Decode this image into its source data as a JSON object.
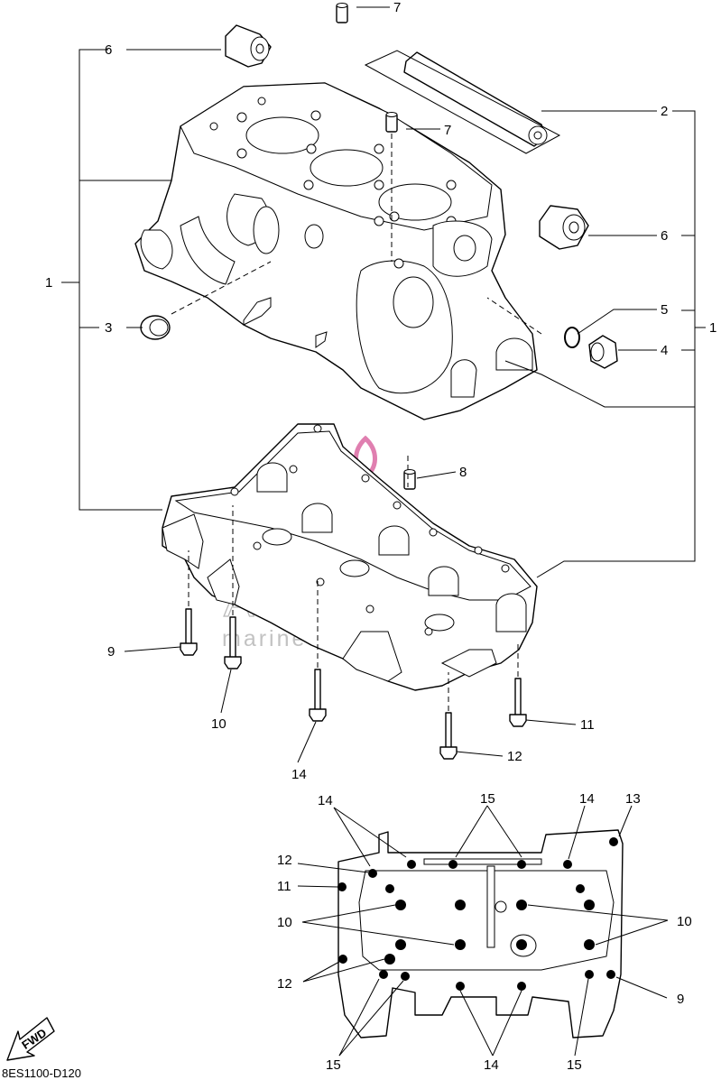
{
  "diagram": {
    "code": "8ES1100-D120",
    "fwd_label": "FWD",
    "watermark": {
      "brand": "ARMADA",
      "tagline": "marine outboards"
    },
    "callouts": {
      "c1_left": "1",
      "c1_right": "1",
      "c2": "2",
      "c3": "3",
      "c4": "4",
      "c5": "5",
      "c6_top": "6",
      "c6_right": "6",
      "c7_top": "7",
      "c7_mid": "7",
      "c8": "8",
      "c9": "9",
      "c10": "10",
      "c11": "11",
      "c12": "12",
      "c14": "14"
    },
    "pattern_labels": {
      "p14_tl": "14",
      "p15_top": "15",
      "p14_tr": "14",
      "p13": "13",
      "p12_a": "12",
      "p11": "11",
      "p10_left": "10",
      "p10_right": "10",
      "p12_b": "12",
      "p9": "9",
      "p15_bl": "15",
      "p14_bot": "14",
      "p15_br": "15"
    }
  }
}
